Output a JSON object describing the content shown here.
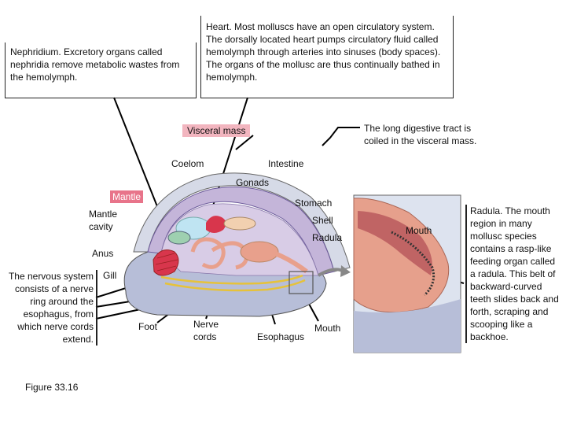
{
  "callouts": {
    "nephridium": "Nephridium. Excretory organs called nephridia remove metabolic wastes from the hemolymph.",
    "heart": "Heart. Most molluscs have an open circulatory system. The dorsally located heart pumps circulatory fluid called hemolymph through arteries into sinuses (body spaces). The organs of the mollusc are thus continually bathed in hemolymph.",
    "digestive": "The long digestive tract is coiled in the visceral mass.",
    "radula": "Radula. The mouth region in many mollusc species contains a rasp-like feeding organ called a radula. This belt of backward-curved teeth slides back and forth, scraping and scooping like a backhoe.",
    "nervous": "The nervous system consists of a nerve ring around the esophagus, from which nerve cords extend."
  },
  "labels": {
    "visceral_mass": "Visceral mass",
    "coelom": "Coelom",
    "intestine": "Intestine",
    "gonads": "Gonads",
    "mantle": "Mantle",
    "mantle_cavity": "Mantle cavity",
    "stomach": "Stomach",
    "shell": "Shell",
    "radula": "Radula",
    "anus": "Anus",
    "gill": "Gill",
    "foot": "Foot",
    "nerve_cords": "Nerve cords",
    "esophagus": "Esophagus",
    "mouth_bottom": "Mouth",
    "mouth_inset": "Mouth"
  },
  "figure": "Figure 33.16",
  "colors": {
    "mantle_label_bg": "#e8748a",
    "visceral_label_bg": "#f2b5bf",
    "shell": "#d7dbe8",
    "foot": "#b9bfd8",
    "heart": "#d8364c",
    "gill": "#d8364c",
    "gut": "#eaa08e",
    "nerve": "#e6c23a"
  }
}
